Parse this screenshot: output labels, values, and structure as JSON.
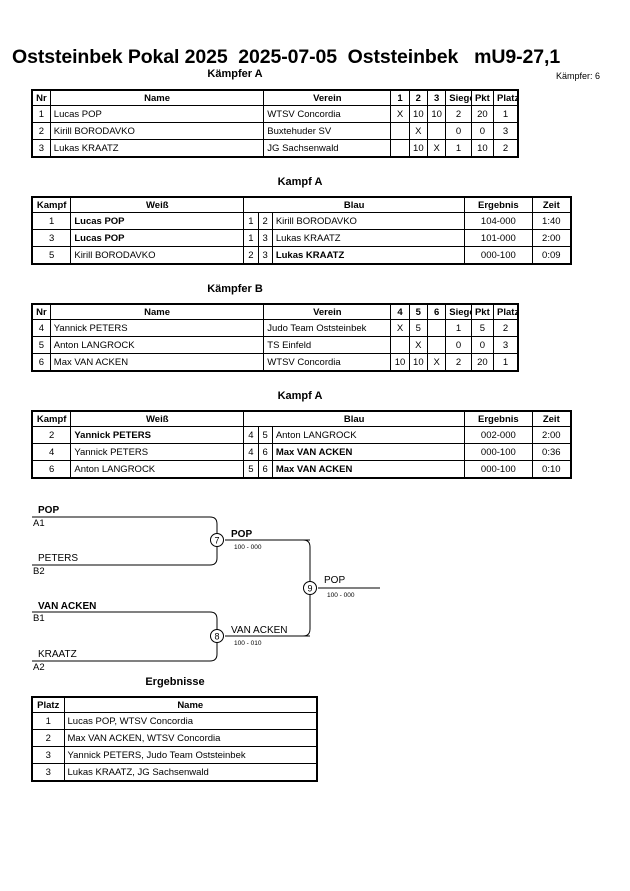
{
  "header": {
    "title": "Oststeinbek Pokal 2025  2025-07-05  Oststeinbek   mU9-27,1",
    "fighter_count": "Kämpfer: 6"
  },
  "pool_a": {
    "title": "Kämpfer A",
    "headers": [
      "Nr",
      "Name",
      "Verein",
      "1",
      "2",
      "3",
      "Siege",
      "Pkt",
      "Platz"
    ],
    "rows": [
      [
        "1",
        "Lucas POP",
        "WTSV Concordia",
        "X",
        "10",
        "10",
        "2",
        "20",
        "1"
      ],
      [
        "2",
        "Kirill BORODAVKO",
        "Buxtehuder SV",
        "",
        "X",
        "",
        "0",
        "0",
        "3"
      ],
      [
        "3",
        "Lukas KRAATZ",
        "JG Sachsenwald",
        "",
        "10",
        "X",
        "1",
        "10",
        "2"
      ]
    ]
  },
  "fights_a": {
    "title": "Kampf A",
    "headers": [
      "Kampf",
      "Weiß",
      "Blau",
      "Ergebnis",
      "Zeit"
    ],
    "rows": [
      [
        "1",
        "Lucas POP",
        "1",
        "2",
        "Kirill BORODAVKO",
        "104-000",
        "1:40"
      ],
      [
        "3",
        "Lucas POP",
        "1",
        "3",
        "Lukas KRAATZ",
        "101-000",
        "2:00"
      ],
      [
        "5",
        "Kirill BORODAVKO",
        "2",
        "3",
        "Lukas KRAATZ",
        "000-100",
        "0:09"
      ]
    ],
    "winner_side": [
      "w",
      "w",
      "b"
    ]
  },
  "pool_b": {
    "title": "Kämpfer B",
    "headers": [
      "Nr",
      "Name",
      "Verein",
      "4",
      "5",
      "6",
      "Siege",
      "Pkt",
      "Platz"
    ],
    "rows": [
      [
        "4",
        "Yannick PETERS",
        "Judo Team Oststeinbek",
        "X",
        "5",
        "",
        "1",
        "5",
        "2"
      ],
      [
        "5",
        "Anton LANGROCK",
        "TS Einfeld",
        "",
        "X",
        "",
        "0",
        "0",
        "3"
      ],
      [
        "6",
        "Max VAN ACKEN",
        "WTSV Concordia",
        "10",
        "10",
        "X",
        "2",
        "20",
        "1"
      ]
    ]
  },
  "fights_b": {
    "title": "Kampf A",
    "headers": [
      "Kampf",
      "Weiß",
      "Blau",
      "Ergebnis",
      "Zeit"
    ],
    "rows": [
      [
        "2",
        "Yannick PETERS",
        "4",
        "5",
        "Anton LANGROCK",
        "002-000",
        "2:00"
      ],
      [
        "4",
        "Yannick PETERS",
        "4",
        "6",
        "Max VAN ACKEN",
        "000-100",
        "0:36"
      ],
      [
        "6",
        "Anton LANGROCK",
        "5",
        "6",
        "Max VAN ACKEN",
        "000-100",
        "0:10"
      ]
    ],
    "winner_side": [
      "w",
      "b",
      "b"
    ]
  },
  "bracket": {
    "semi1": {
      "top_name": "POP",
      "top_seed": "A1",
      "bottom_name": "PETERS",
      "bottom_seed": "B2",
      "fight": "7",
      "winner": "POP",
      "score": "100 - 000"
    },
    "semi2": {
      "top_name": "VAN ACKEN",
      "top_seed": "B1",
      "bottom_name": "KRAATZ",
      "bottom_seed": "A2",
      "fight": "8",
      "winner": "VAN ACKEN",
      "score": "100 - 010"
    },
    "final": {
      "fight": "9",
      "winner": "POP",
      "score": "100 - 000"
    }
  },
  "results": {
    "title": "Ergebnisse",
    "headers": [
      "Platz",
      "Name"
    ],
    "rows": [
      [
        "1",
        "Lucas POP, WTSV Concordia"
      ],
      [
        "2",
        "Max VAN ACKEN, WTSV Concordia"
      ],
      [
        "3",
        "Yannick PETERS, Judo Team Oststeinbek"
      ],
      [
        "3",
        "Lukas KRAATZ, JG Sachsenwald"
      ]
    ]
  }
}
